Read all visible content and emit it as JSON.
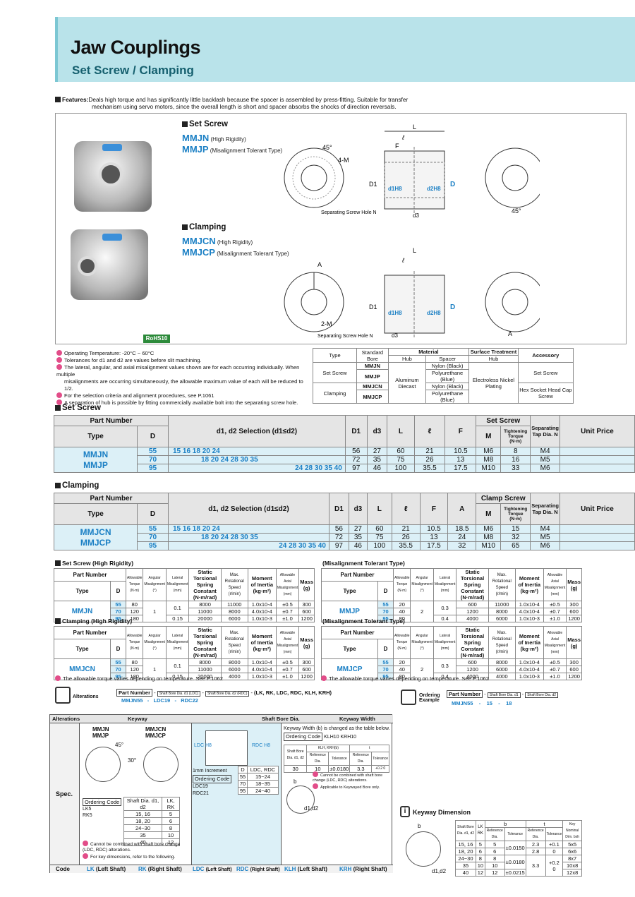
{
  "header": {
    "title": "Jaw Couplings",
    "subtitle": "Set Screw / Clamping"
  },
  "features": {
    "label": "Features:",
    "text1": "Deals high torque and has significantly little backlash because the spacer is assembled by press-fitting. Suitable for transfer",
    "text2": "mechanism using servo motors, since the overall length is short and spacer absorbs the shocks of direction reversals."
  },
  "set_screw": {
    "heading": "Set Screw",
    "m1": "MMJN",
    "m1note": "(High Rigidity)",
    "m2": "MMJP",
    "m2note": "(Misalignment Tolerant Type)"
  },
  "clamping": {
    "heading": "Clamping",
    "m1": "MMJCN",
    "m1note": "(High Rigidity)",
    "m2": "MMJCP",
    "m2note": "(Misalignment Tolerant Type)"
  },
  "diagram_labels": {
    "L": "L",
    "l": "ℓ",
    "F": "F",
    "D1": "D1",
    "d1": "d1H8",
    "d2": "d2H8",
    "D": "D",
    "d3": "d3",
    "deg45": "45°",
    "fourM": "4-M",
    "twoM": "2-M",
    "A": "A",
    "sep": "Separating Screw Hole N"
  },
  "rohs": "RoHS10",
  "notes": [
    "Operating Temperature: -20°C ~ 60°C",
    "Tolerances for d1 and d2 are values before slit machining.",
    "The lateral, angular, and axial misalignment values shown are for each occurring individually. When multiple",
    "misalignments are occurring simultaneously, the allowable maximum value of each will be reduced to 1/2.",
    "For the selection criteria and alignment procedures, see P.1061",
    "A separation of hub is possible by fitting commercially available bolt into the separating screw hole."
  ],
  "material": {
    "headers": [
      "Type",
      "Standard Bore",
      "Material",
      "Hub",
      "Spacer",
      "Surface Treatment",
      "Hub",
      "Accessory"
    ],
    "rows": [
      [
        "Set Screw",
        "MMJN",
        "Nylon (Black)"
      ],
      [
        "",
        "MMJP",
        "Polyurethane (Blue)"
      ],
      [
        "Clamping",
        "MMJCN",
        "Nylon (Black)"
      ],
      [
        "",
        "MMJCP",
        "Polyurethane (Blue)"
      ]
    ],
    "hub": "Aluminum Diecast",
    "surface": "Electroless Nickel Plating",
    "acc1": "Set Screw",
    "acc2": "Hex Socket Head Cap Screw"
  },
  "table1": {
    "heading": "Set Screw",
    "h": {
      "pn": "Part Number",
      "type": "Type",
      "D": "D",
      "sel": "d1, d2 Selection (d1≤d2)",
      "D1": "D1",
      "d3": "d3",
      "L": "L",
      "l": "ℓ",
      "F": "F",
      "ss": "Set Screw",
      "M": "M",
      "tq": "Tightening Torque (N·m)",
      "sep": "Separating Tap Dia. N",
      "price": "Unit Price"
    },
    "type1": "MMJN",
    "type2": "MMJP",
    "rows": [
      {
        "D": "55",
        "sel": "15 16 18 20 24",
        "D1": "56",
        "d3": "27",
        "L": "60",
        "l": "21",
        "F": "10.5",
        "M": "M6",
        "tq": "8",
        "N": "M4"
      },
      {
        "D": "70",
        "sel": "18 20 24 28 30 35",
        "D1": "72",
        "d3": "35",
        "L": "75",
        "l": "26",
        "F": "13",
        "M": "M8",
        "tq": "16",
        "N": "M5"
      },
      {
        "D": "95",
        "sel": "24 28 30 35 40",
        "D1": "97",
        "d3": "46",
        "L": "100",
        "l": "35.5",
        "F": "17.5",
        "M": "M10",
        "tq": "33",
        "N": "M6"
      }
    ]
  },
  "table2": {
    "heading": "Clamping",
    "h": {
      "pn": "Part Number",
      "type": "Type",
      "D": "D",
      "sel": "d1, d2 Selection (d1≤d2)",
      "D1": "D1",
      "d3": "d3",
      "L": "L",
      "l": "ℓ",
      "F": "F",
      "A": "A",
      "cs": "Clamp Screw",
      "M": "M",
      "tq": "Tightening Torque (N·m)",
      "sep": "Separating Tap Dia. N",
      "price": "Unit Price"
    },
    "type1": "MMJCN",
    "type2": "MMJCP",
    "rows": [
      {
        "D": "55",
        "sel": "15 16 18 20 24",
        "D1": "56",
        "d3": "27",
        "L": "60",
        "l": "21",
        "F": "10.5",
        "A": "18.5",
        "M": "M6",
        "tq": "15",
        "N": "M4"
      },
      {
        "D": "70",
        "sel": "18 20 24 28 30 35",
        "D1": "72",
        "d3": "35",
        "L": "75",
        "l": "26",
        "F": "13",
        "A": "24",
        "M": "M8",
        "tq": "32",
        "N": "M5"
      },
      {
        "D": "95",
        "sel": "24 28 30 35 40",
        "D1": "97",
        "d3": "46",
        "L": "100",
        "l": "35.5",
        "F": "17.5",
        "A": "32",
        "M": "M10",
        "tq": "65",
        "N": "M6"
      }
    ]
  },
  "perf": {
    "h": {
      "pn": "Part Number",
      "type": "Type",
      "D": "D",
      "at": "Allowable Torque (N·m)",
      "am": "Angular Misalignment (°)",
      "lm": "Lateral Misalignment (mm)",
      "stsc": "Static Torsional Spring Constant (N·m/rad)",
      "mrs": "Max. Rotational Speed (r/min)",
      "moi": "Moment of Inertia (kg·m²)",
      "aa": "Allowable Axial Misalignment (mm)",
      "mass": "Mass (g)"
    },
    "t1": {
      "title": "Set Screw (High Rigidity)",
      "type": "MMJN",
      "am": "1",
      "rows": [
        [
          "55",
          "80",
          "0.1",
          "8000",
          "11000",
          "1.0x10-4",
          "±0.5",
          "300"
        ],
        [
          "70",
          "120",
          "",
          "11000",
          "8000",
          "4.0x10-4",
          "±0.7",
          "600"
        ],
        [
          "95",
          "180",
          "0.15",
          "20000",
          "6000",
          "1.0x10-3",
          "±1.0",
          "1200"
        ]
      ]
    },
    "t2": {
      "title": "(Misalignment Tolerant Type)",
      "type": "MMJP",
      "am": "2",
      "rows": [
        [
          "55",
          "20",
          "0.3",
          "600",
          "11000",
          "1.0x10-4",
          "±0.5",
          "300"
        ],
        [
          "70",
          "40",
          "",
          "1200",
          "8000",
          "4.0x10-4",
          "±0.7",
          "600"
        ],
        [
          "95",
          "80",
          "0.4",
          "4000",
          "6000",
          "1.0x10-3",
          "±1.0",
          "1200"
        ]
      ]
    },
    "t3": {
      "title": "Clamping (High Rigidity)",
      "type": "MMJCN",
      "am": "1",
      "rows": [
        [
          "55",
          "80",
          "0.1",
          "8000",
          "8000",
          "1.0x10-4",
          "±0.5",
          "300"
        ],
        [
          "70",
          "120",
          "",
          "11000",
          "6000",
          "4.0x10-4",
          "±0.7",
          "600"
        ],
        [
          "95",
          "180",
          "0.15",
          "20000",
          "4000",
          "1.0x10-3",
          "±1.0",
          "1200"
        ]
      ]
    },
    "t4": {
      "title": "(Misalignment Tolerant Type)",
      "type": "MMJCP",
      "am": "2",
      "rows": [
        [
          "55",
          "20",
          "0.3",
          "600",
          "8000",
          "1.0x10-4",
          "±0.5",
          "300"
        ],
        [
          "70",
          "40",
          "",
          "1200",
          "6000",
          "4.0x10-4",
          "±0.7",
          "600"
        ],
        [
          "95",
          "80",
          "0.4",
          "4000",
          "4000",
          "1.0x10-3",
          "±1.0",
          "1200"
        ]
      ]
    },
    "note": "The allowable torque varies depending on temperature. See P.1062"
  },
  "alterations": {
    "label": "Alterations",
    "pn": "Part Number",
    "sb1": "Shaft Bore Dia. d1 (LDC)",
    "sb2": "Shaft Bore Dia. d2 (RDC)",
    "codes": "(LK, RK, LDC, RDC, KLH, KRH)",
    "ex1": "MMJN55",
    "ex2": "LDC19",
    "ex3": "RDC22"
  },
  "ordering": {
    "label": "Ordering Example",
    "pn": "Part Number",
    "sb1": "Shaft Bore Dia. d1",
    "sb2": "Shaft Bore Dia. d2",
    "ex1": "MMJN55",
    "ex2": "15",
    "ex3": "18"
  },
  "alt_table": {
    "h": [
      "Alterations",
      "Keyway",
      "Shaft Bore Dia.",
      "Keyway Width"
    ],
    "spec": "Spec.",
    "code": "Code",
    "kw_models1": "MMJN\nMMJP",
    "kw_models2": "MMJCN\nMMJCP",
    "deg45": "45°",
    "deg30": "30°",
    "oc": "Ordering Code",
    "lk": "LK5",
    "rk": "RK5",
    "kw_tbl_h1": "Shaft Dia. d1, d2",
    "kw_tbl_h2": "LK, RK",
    "kw_rows": [
      [
        "15, 16",
        "5"
      ],
      [
        "18, 20",
        "6"
      ],
      [
        "24~30",
        "8"
      ],
      [
        "35",
        "10"
      ],
      [
        "40",
        "12"
      ]
    ],
    "kw_note1": "Cannot be combined with shaft bore change (LDC, RDC) alterations.",
    "kw_note2": "For key dimensions, refer to the following.",
    "sb_ldc": "LDC H8",
    "sb_rdc": "RDC H8",
    "inc": "1mm Increment",
    "sb_codes": "LDC19\nRDC21",
    "sb_h1": "D",
    "sb_h2": "LDC, RDC",
    "sb_rows": [
      [
        "55",
        "15~24"
      ],
      [
        "70",
        "18~35"
      ],
      [
        "95",
        "24~40"
      ]
    ],
    "kwid_text": "Keyway Width (b) is changed as the table below.",
    "kwid_codes": "KLH10   KRH10",
    "kwid_h": [
      "Shaft Bore Dia. d1, d2",
      "KLH, KRH(b)",
      "t",
      "Reference Dia.",
      "Tolerance",
      "Reference Dia.",
      "Tolerance"
    ],
    "kwid_row": [
      "30",
      "10",
      "±0.0180",
      "3.3",
      "+0.2 0"
    ],
    "kwid_n1": "Cannot be combined with shaft bore change (LDC, RDC) alterations.",
    "kwid_n2": "Applicable to Keywayed Bore only.",
    "b": "b",
    "t": "t",
    "d12": "d1,d2",
    "codes": [
      [
        "LK",
        "(Left Shaft)"
      ],
      [
        "RK",
        "(Right Shaft)"
      ],
      [
        "LDC",
        "(Left Shaft)"
      ],
      [
        "RDC",
        "(Right Shaft)"
      ],
      [
        "KLH",
        "(Left Shaft)"
      ],
      [
        "KRH",
        "(Right Shaft)"
      ]
    ]
  },
  "keyway_dim": {
    "title": "Keyway Dimension",
    "h": [
      "Shaft Bore Dia. d1, d2",
      "LK RK",
      "b",
      "Reference Dia.",
      "Tolerance",
      "t",
      "Reference Dia.",
      "Tolerance",
      "Key Nominal Dim. bxh"
    ],
    "rows": [
      [
        "15, 16",
        "5",
        "5",
        "±0.0150",
        "2.3",
        "+0.1",
        "5x5"
      ],
      [
        "18, 20",
        "6",
        "6",
        "",
        "2.8",
        "0",
        "6x6"
      ],
      [
        "24~30",
        "8",
        "8",
        "±0.0180",
        "",
        "",
        "8x7"
      ],
      [
        "35",
        "10",
        "10",
        "",
        "3.3",
        "+0.2",
        "10x8"
      ],
      [
        "40",
        "12",
        "12",
        "±0.0215",
        "",
        "0",
        "12x8"
      ]
    ]
  }
}
